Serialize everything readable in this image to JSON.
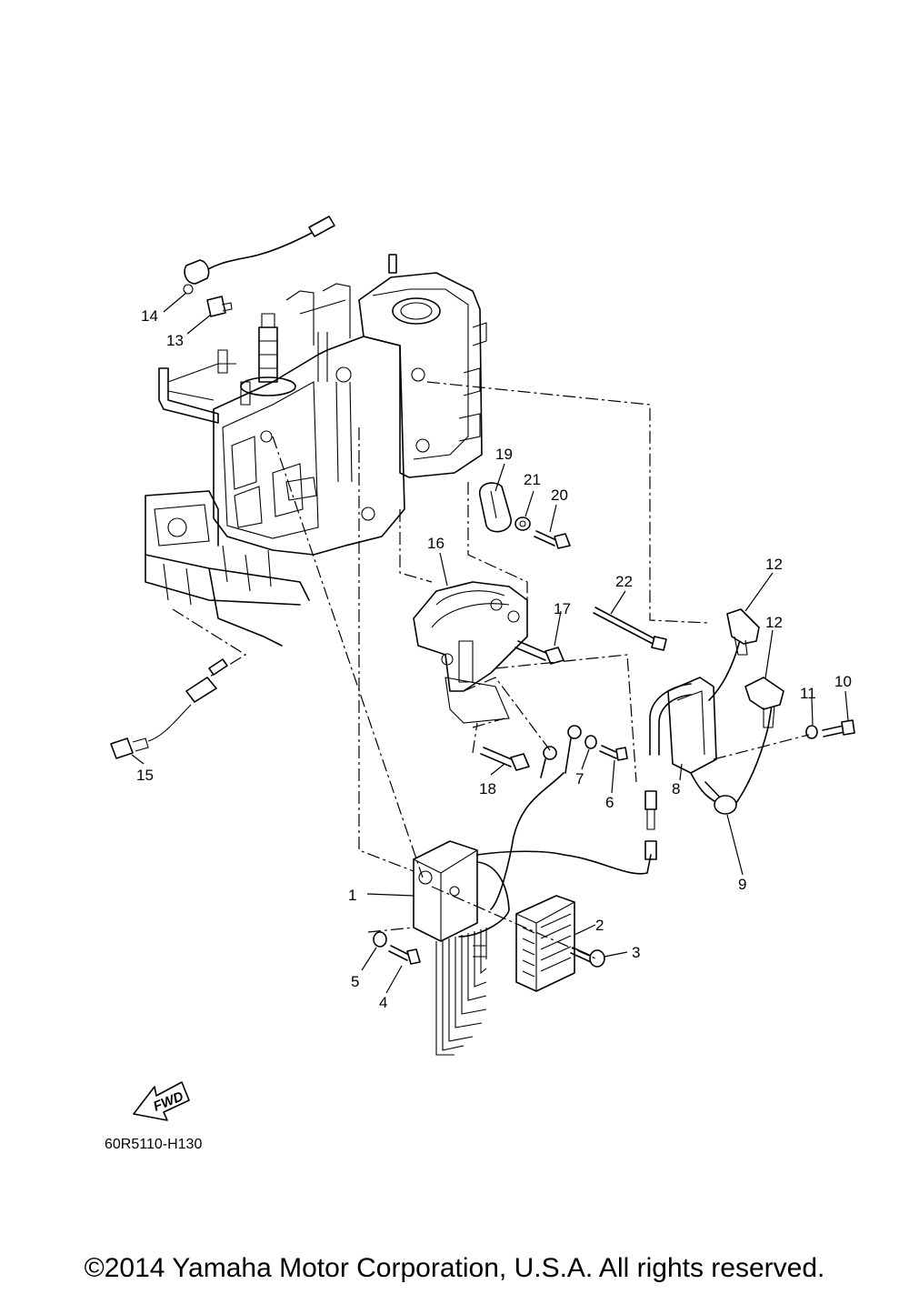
{
  "diagram": {
    "callouts": [
      {
        "id": "c1",
        "label": "1"
      },
      {
        "id": "c2",
        "label": "2"
      },
      {
        "id": "c3",
        "label": "3"
      },
      {
        "id": "c4",
        "label": "4"
      },
      {
        "id": "c5",
        "label": "5"
      },
      {
        "id": "c6",
        "label": "6"
      },
      {
        "id": "c7",
        "label": "7"
      },
      {
        "id": "c8",
        "label": "8"
      },
      {
        "id": "c9",
        "label": "9"
      },
      {
        "id": "c10",
        "label": "10"
      },
      {
        "id": "c11",
        "label": "11"
      },
      {
        "id": "c12a",
        "label": "12"
      },
      {
        "id": "c12b",
        "label": "12"
      },
      {
        "id": "c13",
        "label": "13"
      },
      {
        "id": "c14",
        "label": "14"
      },
      {
        "id": "c15",
        "label": "15"
      },
      {
        "id": "c16",
        "label": "16"
      },
      {
        "id": "c17",
        "label": "17"
      },
      {
        "id": "c18",
        "label": "18"
      },
      {
        "id": "c19",
        "label": "19"
      },
      {
        "id": "c20",
        "label": "20"
      },
      {
        "id": "c21",
        "label": "21"
      },
      {
        "id": "c22",
        "label": "22"
      }
    ],
    "direction_label": "FWD",
    "diagram_code": "60R5110-H130"
  },
  "footer": {
    "copyright": "©2014 Yamaha Motor Corporation, U.S.A. All rights reserved."
  }
}
